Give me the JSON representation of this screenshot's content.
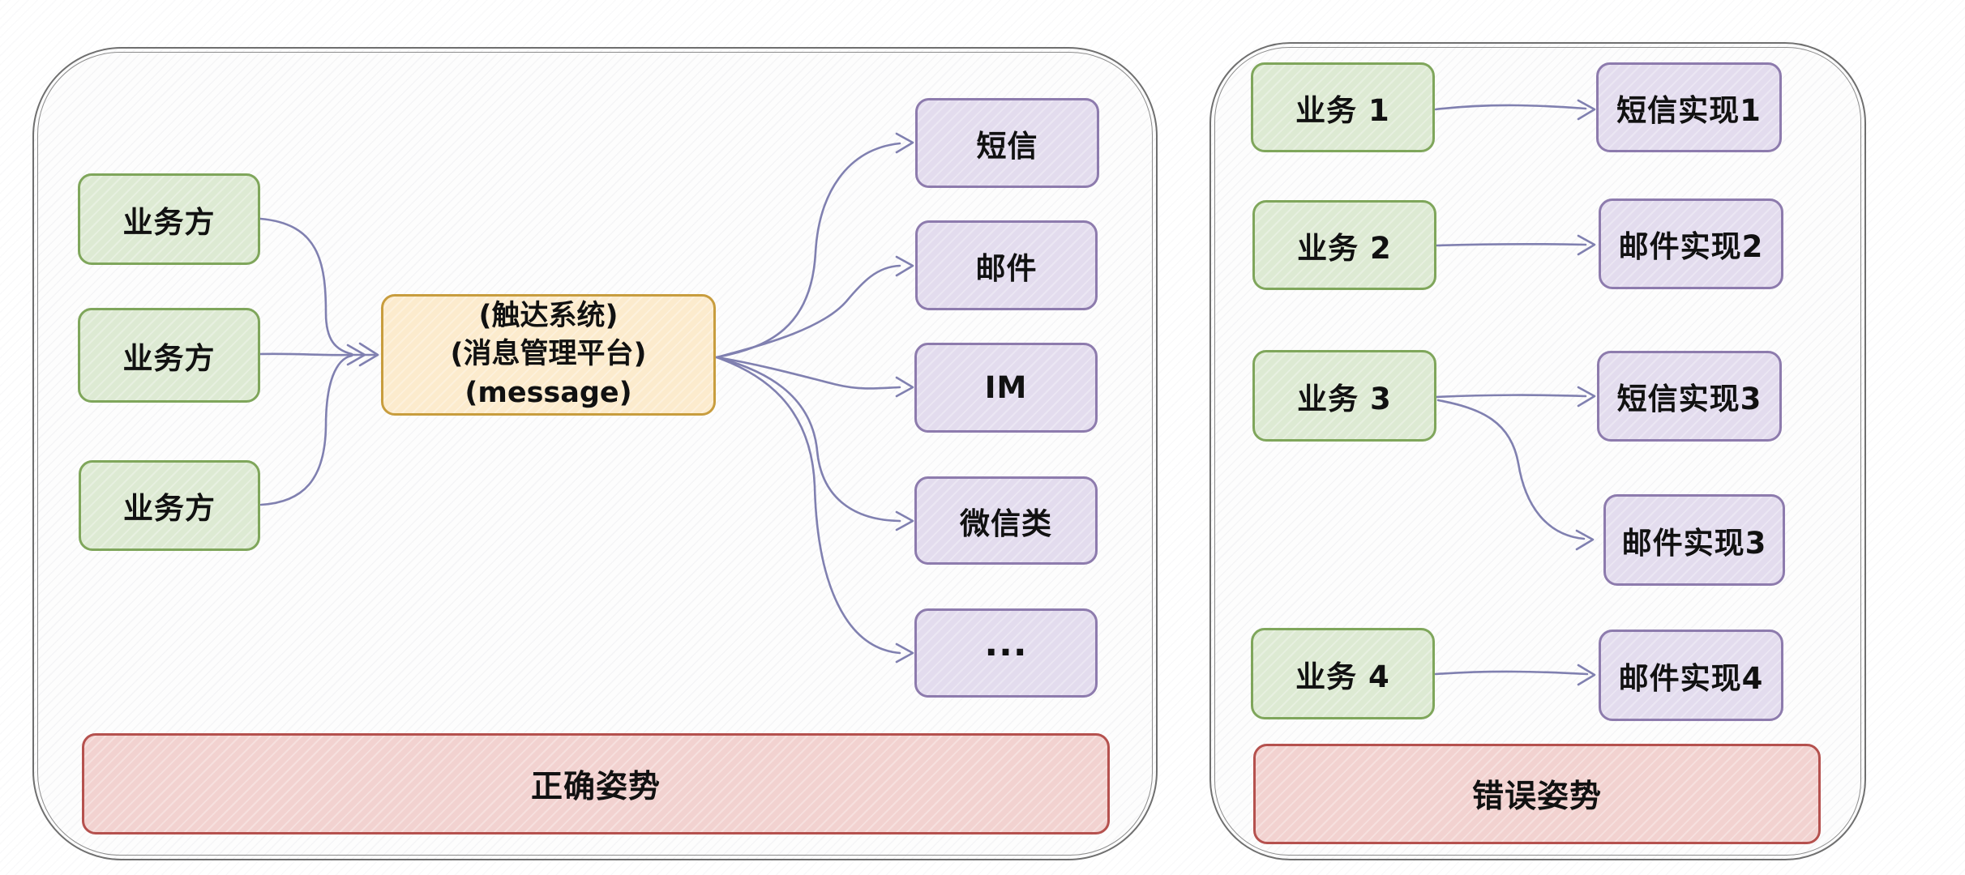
{
  "left_panel": {
    "caption": "正确姿势",
    "sources": [
      {
        "label": "业务方"
      },
      {
        "label": "业务方"
      },
      {
        "label": "业务方"
      }
    ],
    "hub": {
      "lines": [
        "(触达系统)",
        "(消息管理平台)",
        "(message)"
      ]
    },
    "channels": [
      {
        "label": "短信"
      },
      {
        "label": "邮件"
      },
      {
        "label": "IM"
      },
      {
        "label": "微信类"
      },
      {
        "label": "..."
      }
    ]
  },
  "right_panel": {
    "caption": "错误姿势",
    "services": [
      {
        "label": "业务 1"
      },
      {
        "label": "业务 2"
      },
      {
        "label": "业务 3"
      },
      {
        "label": "业务 4"
      }
    ],
    "implementations": [
      {
        "label": "短信实现1"
      },
      {
        "label": "邮件实现2"
      },
      {
        "label": "短信实现3"
      },
      {
        "label": "邮件实现3"
      },
      {
        "label": "邮件实现4"
      }
    ]
  },
  "colors": {
    "source_fill": "#ddead3",
    "source_border": "#7fa65b",
    "channel_fill": "#e3dcee",
    "channel_border": "#8d7bad",
    "hub_fill": "#fcebcd",
    "hub_border": "#c89d3e",
    "caption_fill": "#f2d2d0",
    "caption_border": "#b5514e",
    "arrow": "#8080b0",
    "panel_border": "#6f6f6f"
  }
}
